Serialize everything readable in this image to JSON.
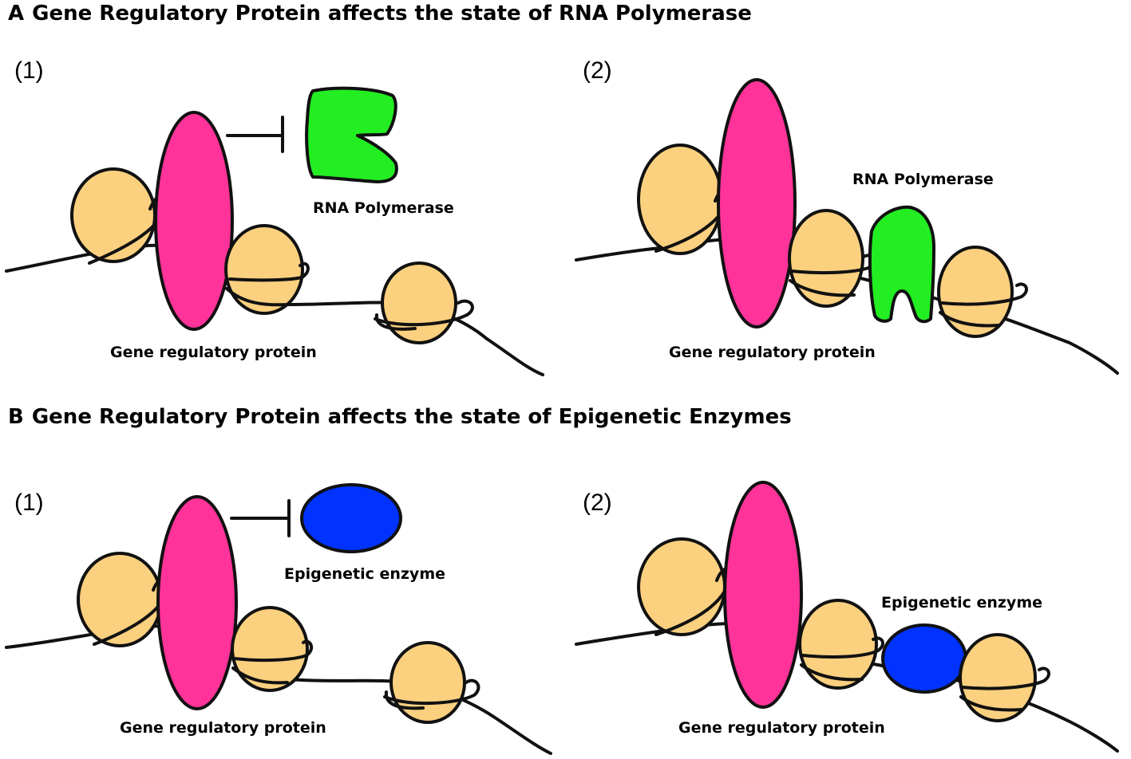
{
  "panel_a": {
    "letter": "A",
    "title": "Gene Regulatory Protein affects the state of RNA Polymerase",
    "sub1": "(1)",
    "sub2": "(2)",
    "enzyme_label_1": "RNA Polymerase",
    "enzyme_label_2": "RNA Polymerase",
    "protein_label_1": "Gene regulatory protein",
    "protein_label_2": "Gene regulatory protein"
  },
  "panel_b": {
    "letter": "B",
    "title": "Gene Regulatory Protein affects the state of Epigenetic Enzymes",
    "sub1": "(1)",
    "sub2": "(2)",
    "enzyme_label_1": "Epigenetic enzyme",
    "enzyme_label_2": "Epigenetic enzyme",
    "protein_label_1": "Gene regulatory protein",
    "protein_label_2": "Gene regulatory protein"
  },
  "colors": {
    "nucleosome": "#FBD07F",
    "regulatory_protein": "#FF3399",
    "rna_polymerase": "#22EE22",
    "epigenetic_enzyme": "#0033FF",
    "outline": "#111111"
  }
}
